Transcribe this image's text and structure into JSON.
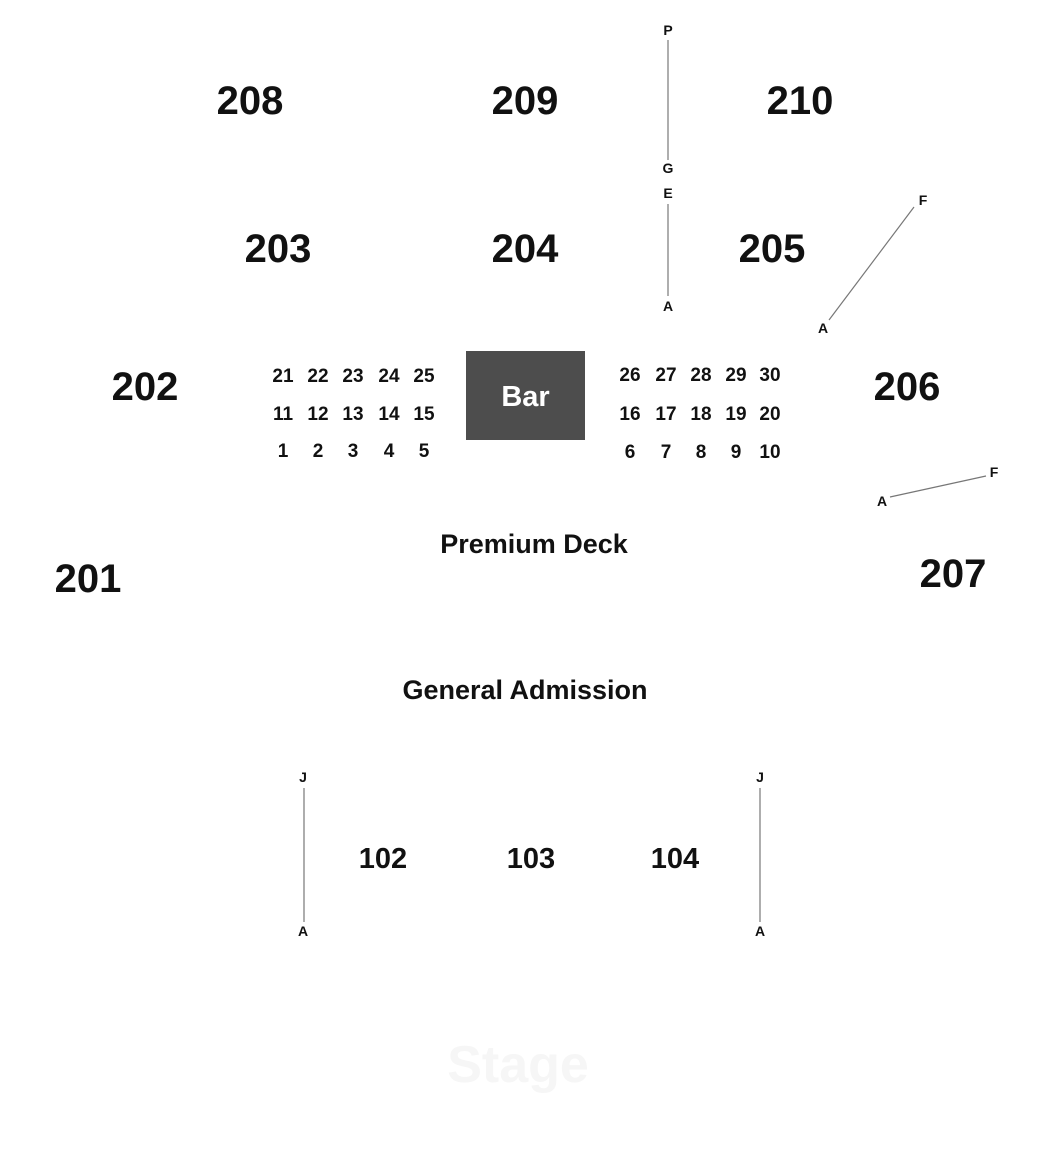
{
  "sections": {
    "s208": "208",
    "s209": "209",
    "s210": "210",
    "s203": "203",
    "s204": "204",
    "s205": "205",
    "s202": "202",
    "s206": "206",
    "s201": "201",
    "s207": "207",
    "s102": "102",
    "s103": "103",
    "s104": "104"
  },
  "bar": {
    "label": "Bar",
    "fill": "#4d4d4d",
    "text_color": "#ffffff"
  },
  "tables": {
    "left": [
      [
        "21",
        "22",
        "23",
        "24",
        "25"
      ],
      [
        "11",
        "12",
        "13",
        "14",
        "15"
      ],
      [
        "1",
        "2",
        "3",
        "4",
        "5"
      ]
    ],
    "right": [
      [
        "26",
        "27",
        "28",
        "29",
        "30"
      ],
      [
        "16",
        "17",
        "18",
        "19",
        "20"
      ],
      [
        "6",
        "7",
        "8",
        "9",
        "10"
      ]
    ]
  },
  "areas": {
    "premium_deck": "Premium Deck",
    "general_admission": "General Admission",
    "stage": "Stage"
  },
  "row_markers": {
    "r209_top": "P",
    "r209_bottom": "G",
    "r205_top": "E",
    "r205_bottom": "A",
    "r206_top": "F",
    "r206_bottom": "A",
    "r207_top": "F",
    "r207_bottom": "A",
    "r102_top": "J",
    "r102_bottom": "A",
    "r104_top": "J",
    "r104_bottom": "A"
  },
  "colors": {
    "text": "#111111",
    "row_line": "#777777",
    "stage_text": "#f6f6f6",
    "background": "#ffffff"
  }
}
